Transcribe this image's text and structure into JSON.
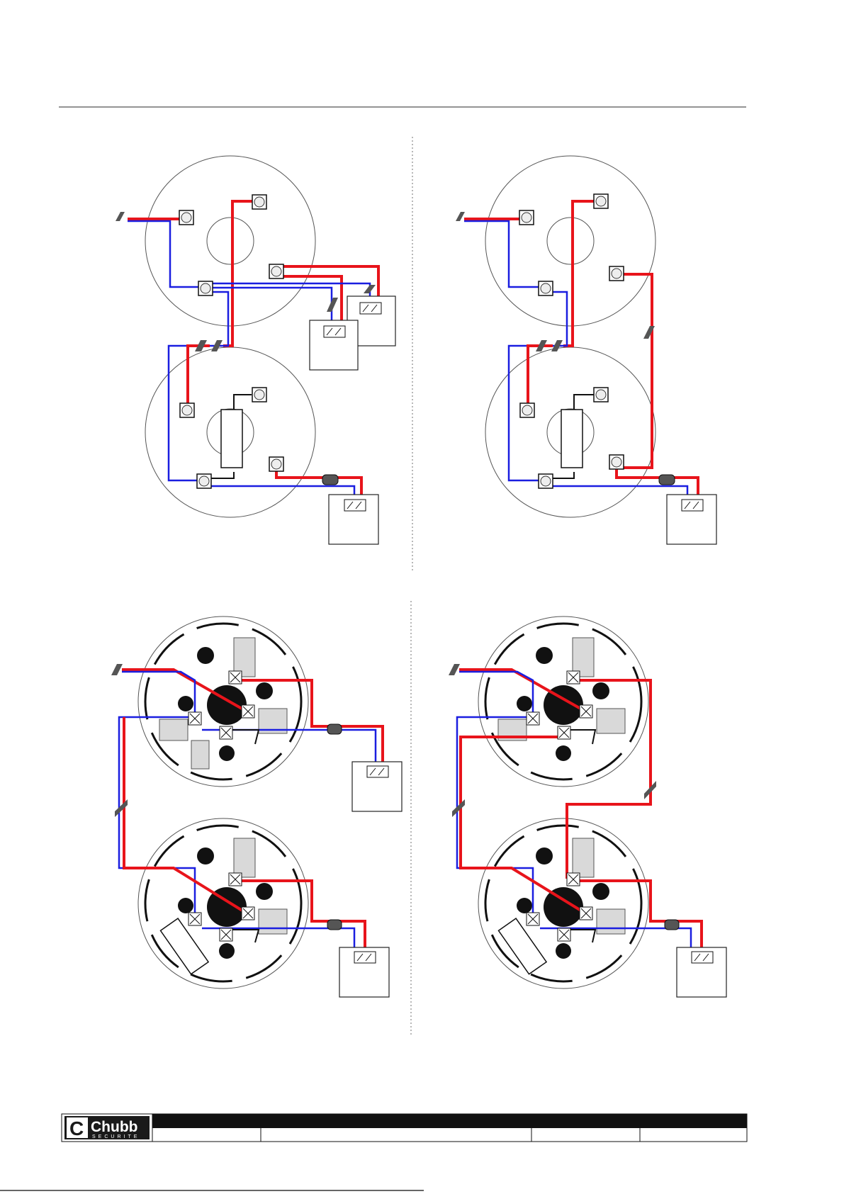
{
  "brand": {
    "name": "Chubb",
    "subtitle": "SECURITE",
    "logo_letter": "C",
    "logo_bg": "#1a1a1a"
  },
  "colors": {
    "wire_positive": "#e8141b",
    "wire_negative": "#1a1ee0",
    "wire_neutral": "#111111",
    "outline": "#222222",
    "component_fill": "#d9d9d9"
  },
  "panels": [
    {
      "id": "top-left",
      "kind": "schematic",
      "variant": "parallel-terminal-boxes"
    },
    {
      "id": "top-right",
      "kind": "schematic",
      "variant": "loop-return"
    },
    {
      "id": "bottom-left",
      "kind": "base-drawing",
      "variant": "parallel"
    },
    {
      "id": "bottom-right",
      "kind": "base-drawing",
      "variant": "loop-return"
    }
  ],
  "icons": [
    "terminal-icon",
    "cable-gland-icon",
    "cable-break-icon",
    "junction-box-icon"
  ]
}
